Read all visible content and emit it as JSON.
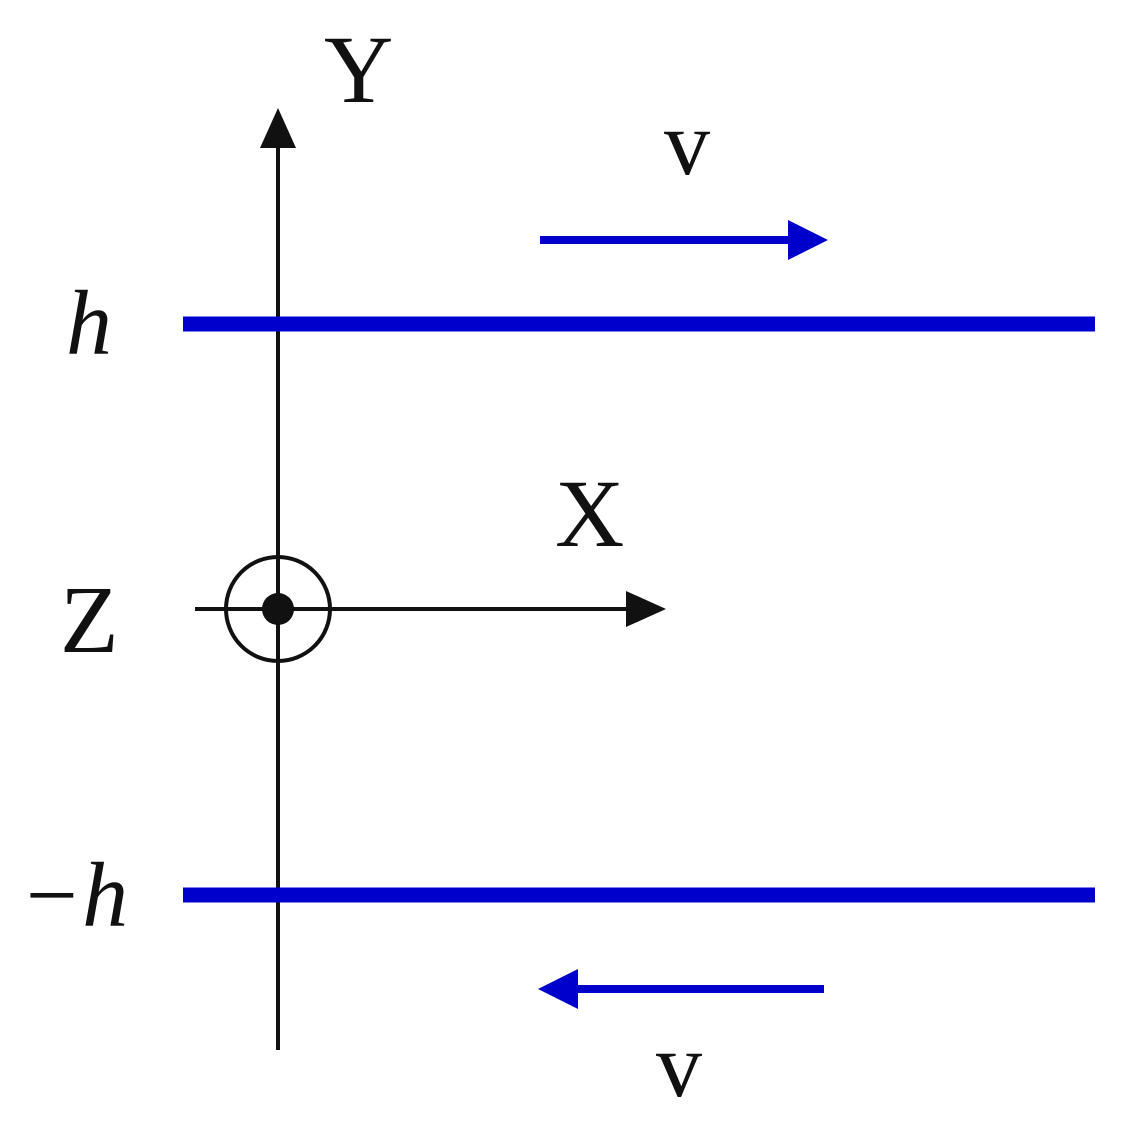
{
  "diagram": {
    "axes": {
      "y_label": "Y",
      "x_label": "X",
      "z_label": "Z",
      "z_symbol": "out-of-page-dot-in-circle-icon"
    },
    "plates": {
      "top_label": "h",
      "bottom_label": "−h",
      "color": "#0000cc"
    },
    "velocities": {
      "top_label": "v",
      "top_direction": "right",
      "bottom_label": "v",
      "bottom_direction": "left",
      "color": "#0000cc"
    },
    "axis_color": "#111111"
  }
}
